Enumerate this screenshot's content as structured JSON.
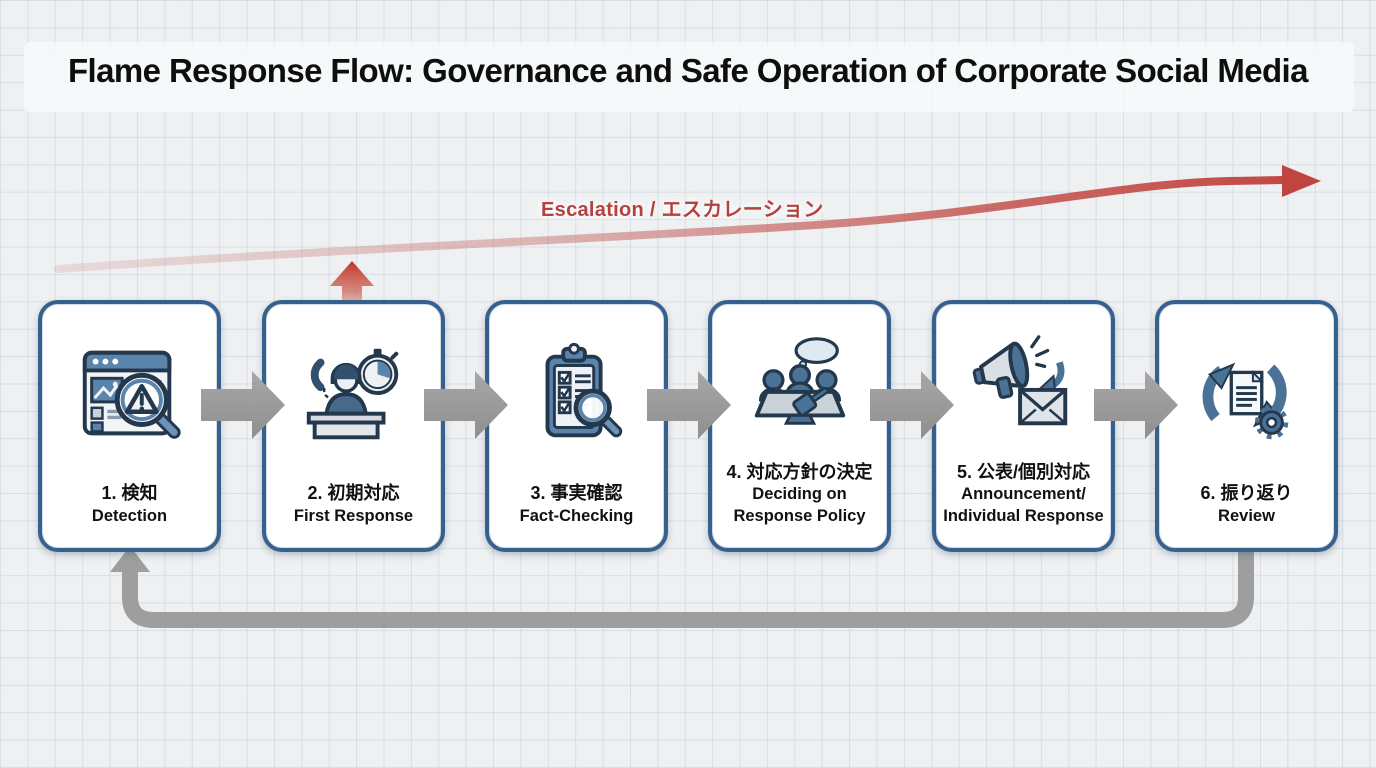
{
  "title": "Flame Response Flow: Governance and Safe Operation of Corporate Social Media",
  "escalation": {
    "label": "Escalation / エスカレーション",
    "color": "#b5413f",
    "arrow_color": "#c0504d",
    "direction": "rising left-to-right"
  },
  "steps": [
    {
      "jp": "1. 検知",
      "en": "Detection",
      "icon": "browser-alert-magnifier-icon"
    },
    {
      "jp": "2. 初期対応",
      "en": "First Response",
      "icon": "operator-phone-stopwatch-icon"
    },
    {
      "jp": "3. 事実確認",
      "en": "Fact-Checking",
      "icon": "checklist-magnifier-icon"
    },
    {
      "jp": "4. 対応方針の決定",
      "en": "Deciding on\nResponse Policy",
      "icon": "meeting-gavel-thought-icon"
    },
    {
      "jp": "5. 公表/個別対応",
      "en": "Announcement/\nIndividual Response",
      "icon": "megaphone-envelope-icon"
    },
    {
      "jp": "6. 振り返り",
      "en": "Review",
      "icon": "review-cycle-document-gear-icon"
    }
  ],
  "connectors": {
    "between_steps": "gray block arrows pointing right",
    "feedback_loop": "gray loop from step 6 bottom back up into step 1",
    "escalation_up_arrow": "red arrow rising from step 2 toward escalation curve"
  },
  "colors": {
    "background": "#eef0f2",
    "grid_line": "#c6d0da",
    "box_border": "#35618c",
    "box_fill": "#ffffff",
    "connector_gray": "#9b9b9b",
    "loop_gray": "#9e9e9e",
    "red_accent": "#c0392b",
    "icon_blue": "#4a7296",
    "icon_light_blue": "#dfe9f2",
    "icon_outline": "#24384d",
    "text": "#111111"
  }
}
